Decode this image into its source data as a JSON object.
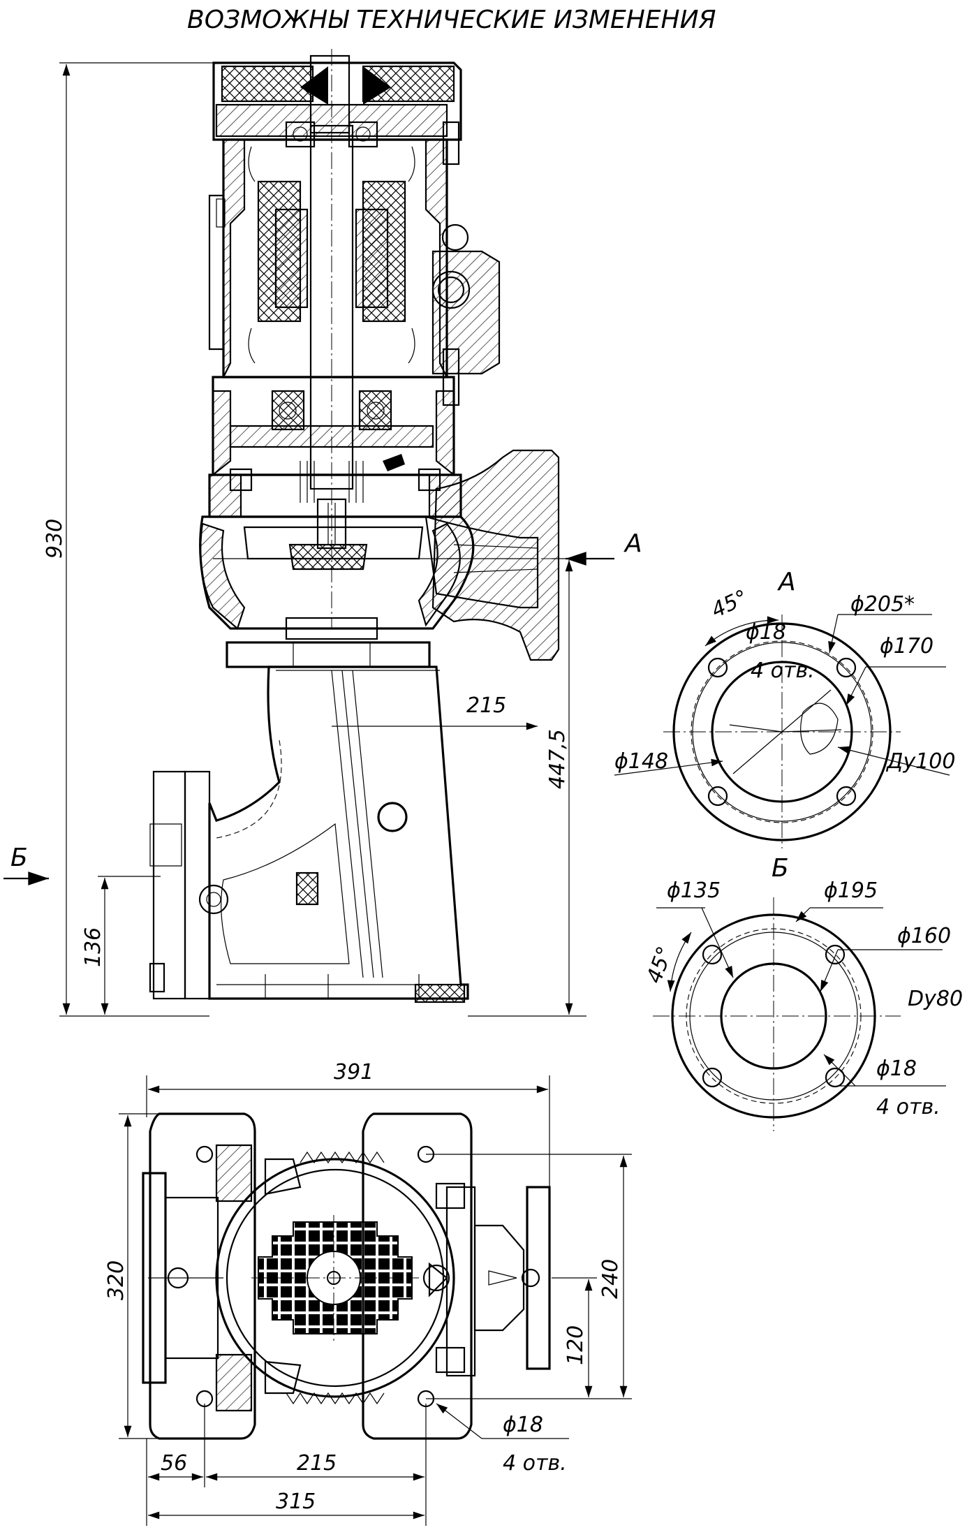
{
  "header": {
    "note": "ВОЗМОЖНЫ ТЕХНИЧЕСКИЕ ИЗМЕНЕНИЯ"
  },
  "side_view": {
    "dim_height": "930",
    "dim_inlet_axis": "447,5",
    "dim_flange_offset": "215",
    "dim_lower_axis": "136",
    "view_marker_a": "А",
    "view_marker_b": "Б"
  },
  "flange_a": {
    "title": "А",
    "angle": "45°",
    "bolt_hole": "ϕ18",
    "holes": "4 отв.",
    "outer": "ϕ205*",
    "bolt_circle": "ϕ170",
    "inner": "ϕ148",
    "nominal": "Ду100"
  },
  "flange_b": {
    "title": "Б",
    "angle": "45°",
    "inner": "ϕ135",
    "outer": "ϕ195",
    "bolt_circle": "ϕ160",
    "nominal": "Dy80",
    "bolt_hole": "ϕ18",
    "holes": "4 отв."
  },
  "plan_view": {
    "dim_length": "391",
    "dim_width": "320",
    "dim_base": "240",
    "dim_outlet": "120",
    "dim_offset": "56",
    "dim_spacing": "215",
    "dim_total": "315",
    "bolt_hole": "ϕ18",
    "holes": "4 отв."
  }
}
